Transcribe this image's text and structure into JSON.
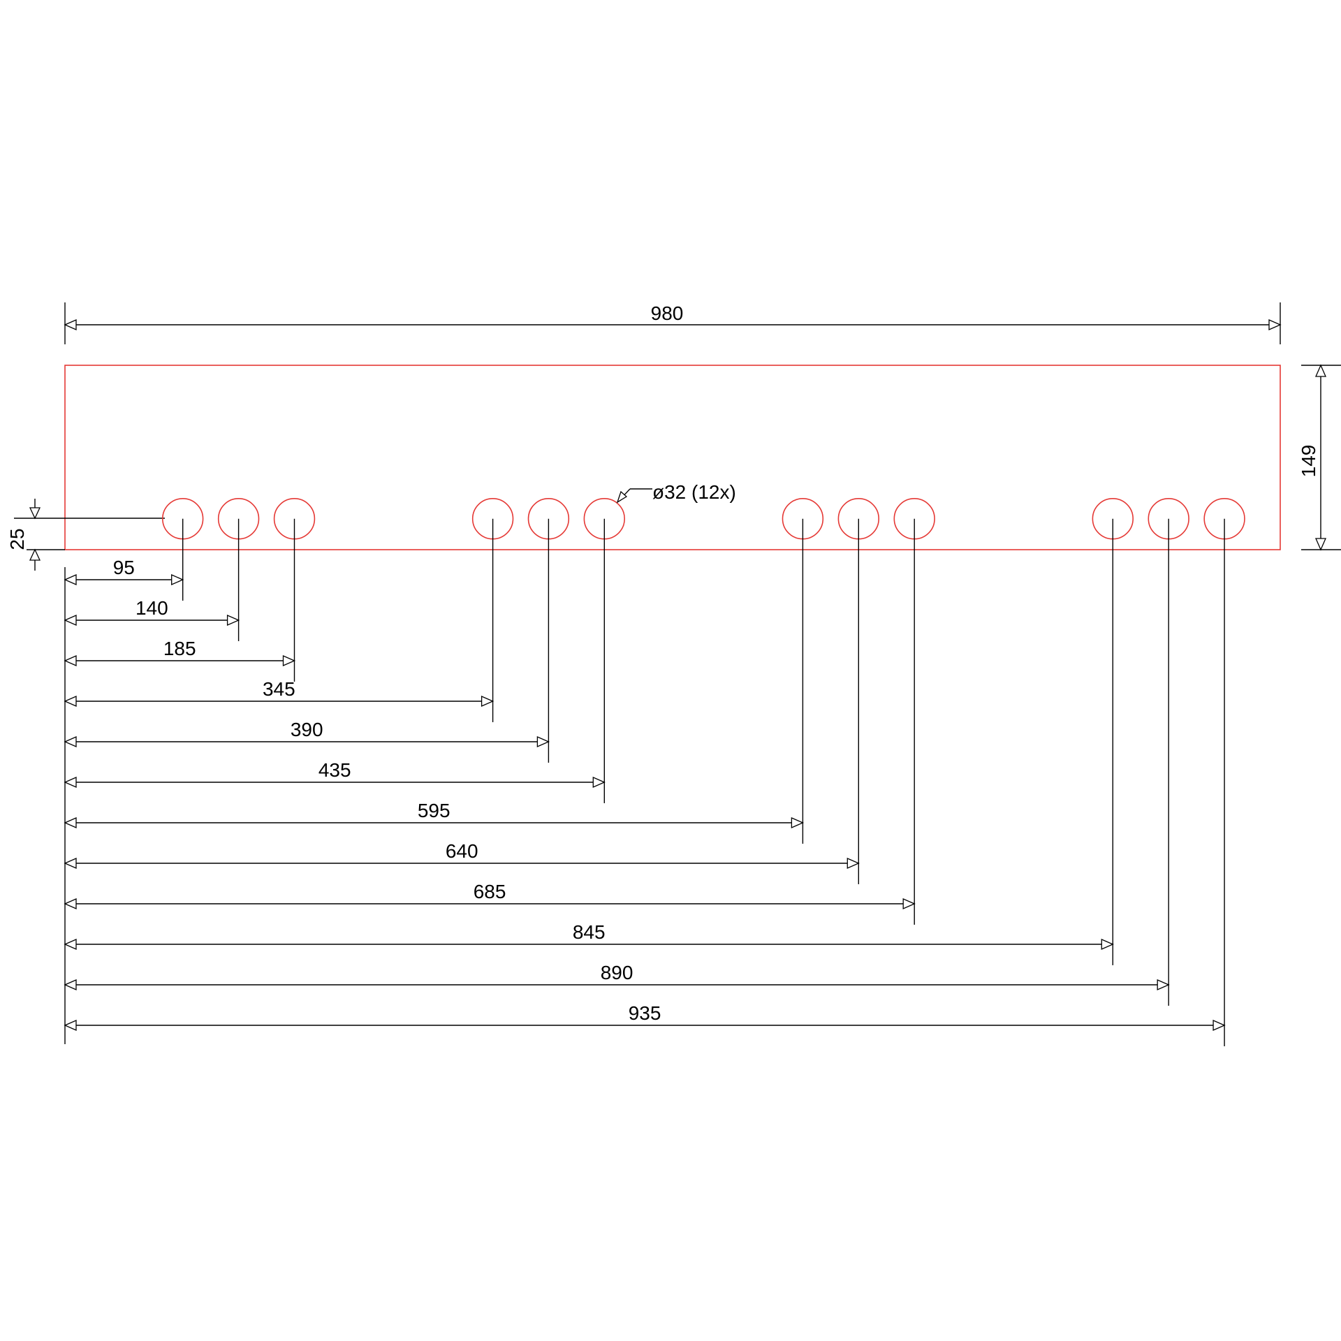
{
  "drawing": {
    "part_outline_color": "#e53935",
    "line_color": "#000000",
    "overall_length": {
      "value": 980,
      "label": "980"
    },
    "overall_height": {
      "value": 149,
      "label": "149"
    },
    "hole_offset_from_bottom": {
      "value": 25,
      "label": "25"
    },
    "hole_callout": {
      "diameter": 32,
      "label": "ø32 (12x)"
    },
    "hole_positions": [
      {
        "value": 95,
        "label": "95"
      },
      {
        "value": 140,
        "label": "140"
      },
      {
        "value": 185,
        "label": "185"
      },
      {
        "value": 345,
        "label": "345"
      },
      {
        "value": 390,
        "label": "390"
      },
      {
        "value": 435,
        "label": "435"
      },
      {
        "value": 595,
        "label": "595"
      },
      {
        "value": 640,
        "label": "640"
      },
      {
        "value": 685,
        "label": "685"
      },
      {
        "value": 845,
        "label": "845"
      },
      {
        "value": 890,
        "label": "890"
      },
      {
        "value": 935,
        "label": "935"
      }
    ]
  }
}
